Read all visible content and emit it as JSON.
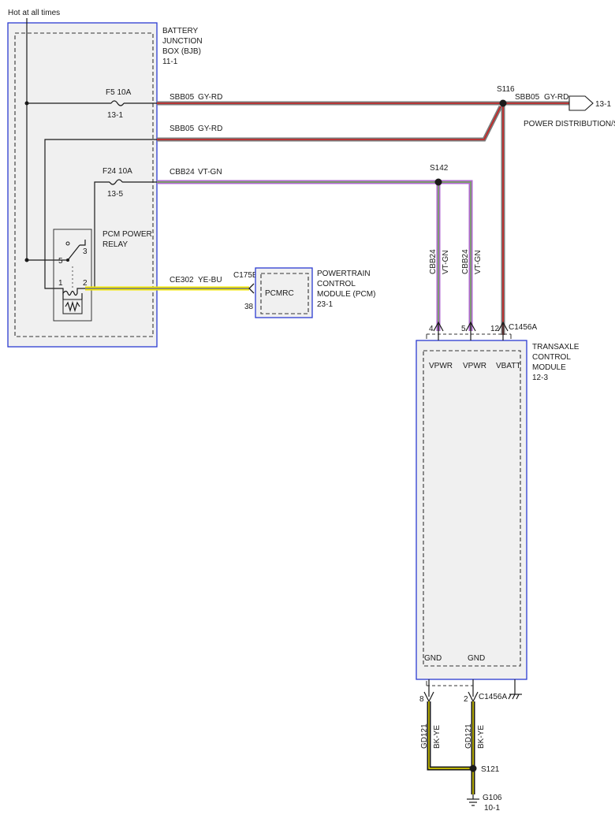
{
  "header": {
    "hot_label": "Hot at all times"
  },
  "bjb": {
    "title_lines": [
      "BATTERY",
      "JUNCTION",
      "BOX (BJB)",
      "11-1"
    ],
    "fuse_f5": {
      "name": "F5  10A",
      "ref": "13-1"
    },
    "fuse_f24": {
      "name": "F24  10A",
      "ref": "13-5"
    },
    "relay": {
      "label_lines": [
        "PCM POWER",
        "RELAY"
      ],
      "pins": [
        "3",
        "5",
        "1",
        "2"
      ]
    }
  },
  "wires": {
    "sbb05_top": {
      "circuit": "SBB05",
      "color": "GY-RD"
    },
    "sbb05_bottom": {
      "circuit": "SBB05",
      "color": "GY-RD"
    },
    "sbb05_out": {
      "circuit": "SBB05",
      "color": "GY-RD"
    },
    "cbb24": {
      "circuit": "CBB24",
      "color": "VT-GN"
    },
    "cbb24_v1": {
      "circuit": "CBB24",
      "color": "VT-GN"
    },
    "cbb24_v2": {
      "circuit": "CBB24",
      "color": "VT-GN"
    },
    "ce302": {
      "circuit": "CE302",
      "color": "YE-BU"
    },
    "gd121_a": {
      "circuit": "GD121",
      "color": "BK-YE"
    },
    "gd121_b": {
      "circuit": "GD121",
      "color": "BK-YE"
    }
  },
  "splices": {
    "s116": "S116",
    "s142": "S142",
    "s121": "S121"
  },
  "power_dist": {
    "ref": "13-1",
    "label": "POWER DISTRIBUTION/SJB"
  },
  "pcm": {
    "connector": "C175B",
    "pin": "38",
    "inner_label": "PCMRC",
    "title_lines": [
      "POWERTRAIN",
      "CONTROL",
      "MODULE (PCM)",
      "23-1"
    ]
  },
  "tcm": {
    "title_lines": [
      "TRANSAXLE",
      "CONTROL",
      "MODULE",
      "12-3"
    ],
    "top_connector": "C1456A",
    "top_pins": [
      "4",
      "5",
      "12"
    ],
    "top_labels": [
      "VPWR",
      "VPWR",
      "VBATT"
    ],
    "bottom_labels": [
      "GND",
      "GND"
    ],
    "bottom_pins": [
      "8",
      "2"
    ],
    "bottom_connector": "C1456A"
  },
  "ground": {
    "name": "G106",
    "ref": "10-1"
  },
  "colors": {
    "gy_rd_gray": "#7a7a7a",
    "gy_rd_red": "#cc2020",
    "vt_gn_violet": "#b06ad0",
    "vt_gn_green": "#6ab04a",
    "ye_bu_yellow": "#f2e600",
    "bk_ye_yellow": "#f2e600",
    "module_border": "#2b3bd1"
  }
}
